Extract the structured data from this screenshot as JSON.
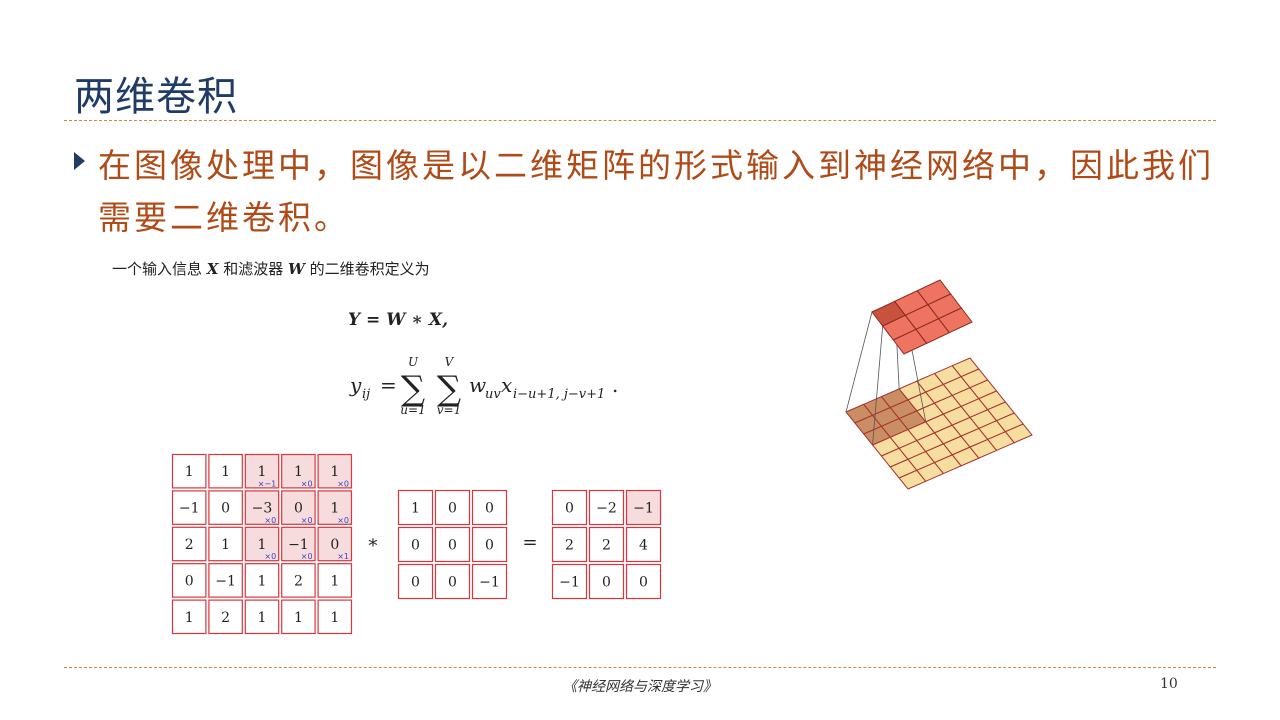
{
  "slide": {
    "title": "两维卷积",
    "bullet": "在图像处理中，图像是以二维矩阵的形式输入到神经网络中，因此我们需要二维卷积。",
    "definition": {
      "prefix": "一个输入信息",
      "x_symbol": "X",
      "mid": "和滤波器",
      "w_symbol": "W",
      "suffix": "的二维卷积定义为"
    },
    "formula1": "Y = W ∗ X,",
    "formula2": {
      "lhs": "y",
      "lhs_sub": "ij",
      "eq": "=",
      "sum1_top": "U",
      "sum1_bottom": "u=1",
      "sum2_top": "V",
      "sum2_bottom": "v=1",
      "term_w": "w",
      "term_w_sub": "uv",
      "term_x": "x",
      "term_x_sub": "i−u+1, j−v+1",
      "end": "."
    },
    "footer": "《神经网络与深度学习》",
    "page_number": "10"
  },
  "example": {
    "input_matrix": [
      [
        "1",
        "1",
        "1",
        "1",
        "1"
      ],
      [
        "−1",
        "0",
        "−3",
        "0",
        "1"
      ],
      [
        "2",
        "1",
        "1",
        "−1",
        "0"
      ],
      [
        "0",
        "−1",
        "1",
        "2",
        "1"
      ],
      [
        "1",
        "2",
        "1",
        "1",
        "1"
      ]
    ],
    "weight_annotations": [
      [
        "×−1",
        "×0",
        "×0"
      ],
      [
        "×0",
        "×0",
        "×0"
      ],
      [
        "×0",
        "×0",
        "×1"
      ]
    ],
    "conv_operator": "∗",
    "kernel_matrix": [
      [
        "1",
        "0",
        "0"
      ],
      [
        "0",
        "0",
        "0"
      ],
      [
        "0",
        "0",
        "−1"
      ]
    ],
    "equals": "=",
    "output_matrix": [
      [
        "0",
        "−2",
        "−1"
      ],
      [
        "2",
        "2",
        "4"
      ],
      [
        "−1",
        "0",
        "0"
      ]
    ],
    "colors": {
      "grid_border": "#d9363e",
      "highlight_fill": "#f6dcdc",
      "annotation": "#3344cc"
    }
  },
  "illustration": {
    "output_grid": {
      "rows": 3,
      "cols": 3,
      "color": "#ee7360",
      "highlight": "#c9523f"
    },
    "input_grid": {
      "rows": 7,
      "cols": 7,
      "color": "#f6dda0",
      "highlight": "#c98e63"
    }
  }
}
